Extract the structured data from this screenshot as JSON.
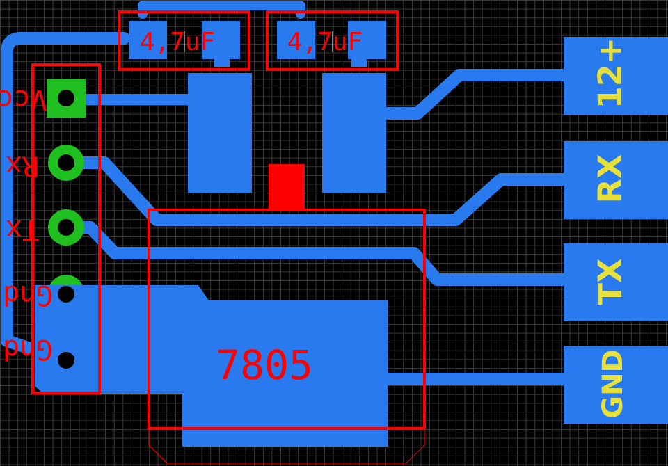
{
  "board": {
    "background": "#000000",
    "grid_color": "#3a3a3a",
    "copper_color": "#2979ef",
    "silkscreen_color": "#ff0000",
    "label_color": "#e8e03a",
    "pad_ring_color": "#1fbf1f"
  },
  "capacitors": [
    {
      "value": "4,7uF"
    },
    {
      "value": "4,7uF"
    }
  ],
  "regulator": {
    "label": "7805"
  },
  "header_labels": [
    "Vcc",
    "Rx",
    "Tx",
    "Gnd",
    "Gnd"
  ],
  "edge_pads": [
    {
      "label": "12+"
    },
    {
      "label": "RX"
    },
    {
      "label": "TX"
    },
    {
      "label": "GND"
    }
  ]
}
